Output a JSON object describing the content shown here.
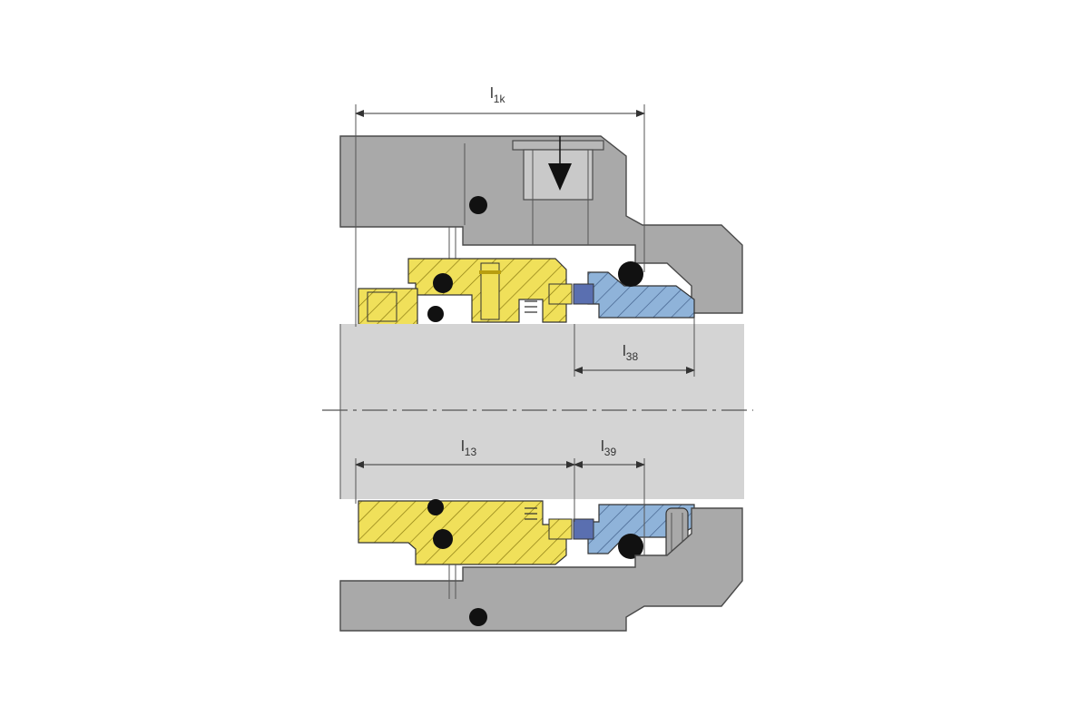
{
  "diagram": {
    "labels": {
      "l1k": {
        "main": "l",
        "sub": "1k"
      },
      "l38": {
        "main": "l",
        "sub": "38"
      },
      "l13": {
        "main": "l",
        "sub": "13"
      },
      "l39": {
        "main": "l",
        "sub": "39"
      }
    },
    "colors": {
      "housing": "#a9a9a9",
      "shaft": "#d4d4d4",
      "rotating_unit": "#f0e05a",
      "seat": "#8fb3d9",
      "seat_ring": "#5a6fb0",
      "face": "#e3c530",
      "oring": "#111111"
    }
  }
}
